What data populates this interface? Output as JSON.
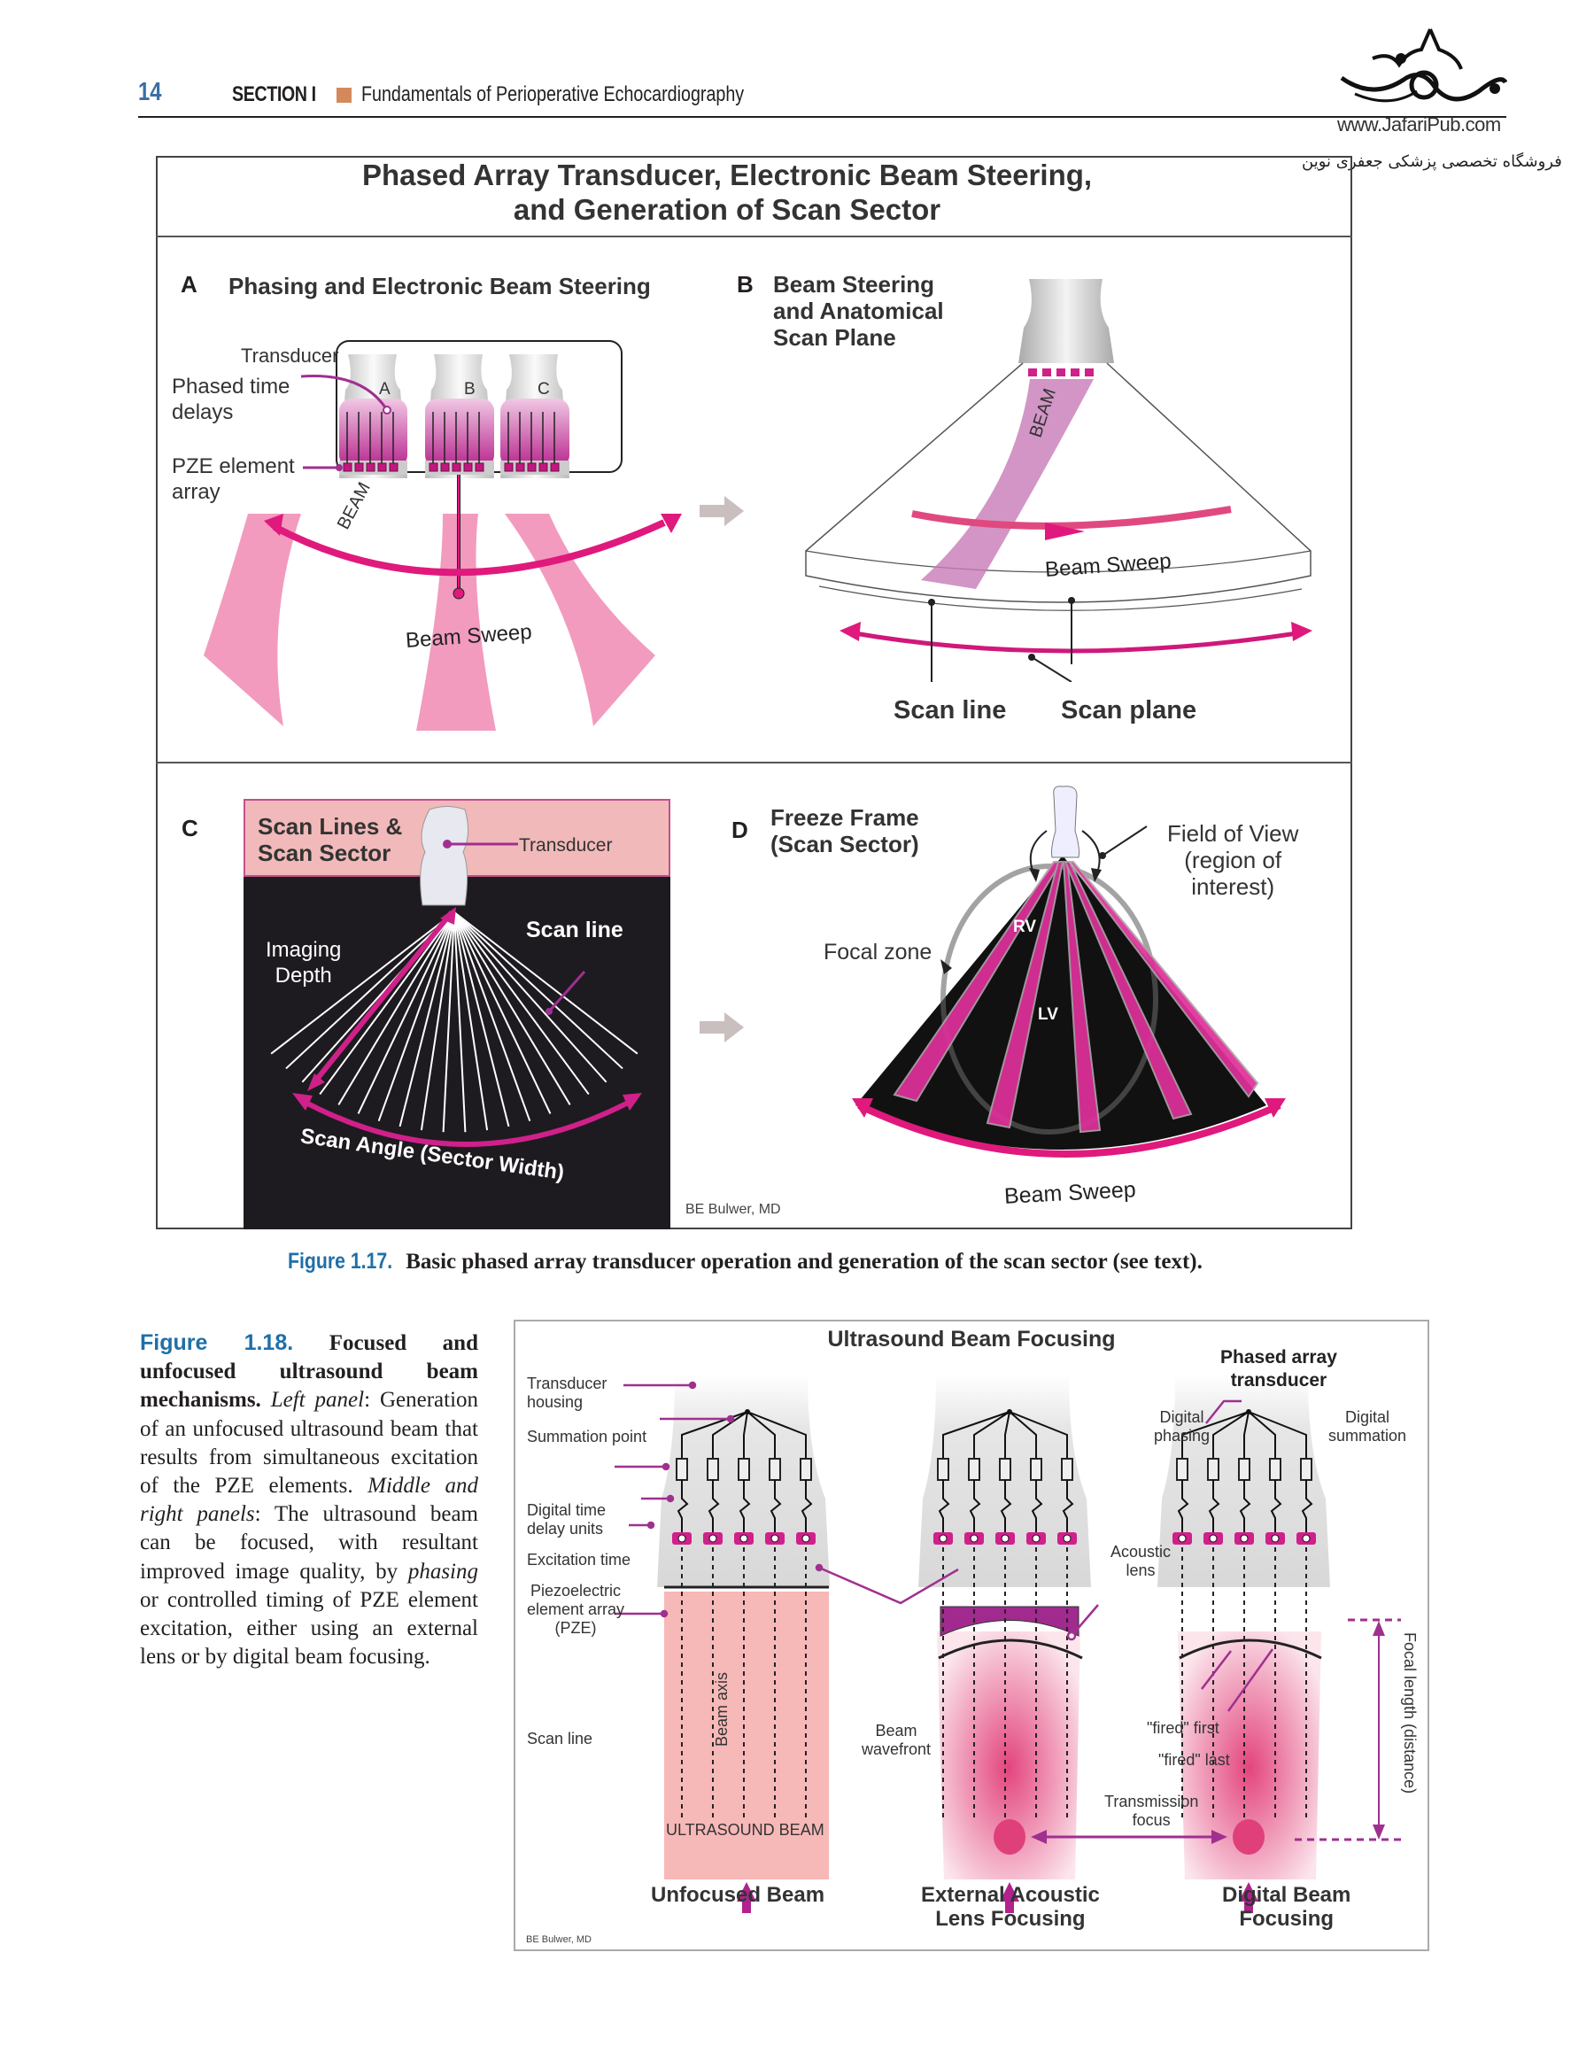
{
  "header": {
    "page_number": "14",
    "section": "SECTION I",
    "section_title": "Fundamentals of Perioperative Echocardiography"
  },
  "watermark": {
    "url": "www.JafariPub.com",
    "tagline": "فروشگاه تخصصی پزشکی جعفری نوین",
    "logo_icon": "calligraphy-logo-icon"
  },
  "figure_1_17": {
    "title_line1": "Phased Array Transducer, Electronic Beam Steering,",
    "title_line2": "and Generation of Scan Sector",
    "panel_a": {
      "letter": "A",
      "heading": "Phasing and Electronic Beam Steering",
      "box_label": "Transducer",
      "element_labels": [
        "A",
        "B",
        "C"
      ],
      "callout_delays": [
        "Phased time",
        "delays"
      ],
      "callout_array": [
        "PZE element",
        "array"
      ],
      "beam_label": "BEAM",
      "sweep_label": "Beam Sweep"
    },
    "panel_b": {
      "letter": "B",
      "heading": [
        "Beam Steering",
        "and Anatomical",
        "Scan Plane"
      ],
      "beam_label": "BEAM",
      "sweep_label": "Beam Sweep",
      "scan_line": "Scan line",
      "scan_plane": "Scan plane"
    },
    "panel_c": {
      "letter": "C",
      "heading": [
        "Scan Lines &",
        "Scan Sector"
      ],
      "transducer": "Transducer",
      "imaging_depth": [
        "Imaging",
        "Depth"
      ],
      "scan_line": "Scan line",
      "scan_angle": "Scan Angle (Sector Width)"
    },
    "panel_d": {
      "letter": "D",
      "heading": [
        "Freeze Frame",
        "(Scan Sector)"
      ],
      "field_of_view": [
        "Field of View",
        "(region of",
        "interest)"
      ],
      "focal_zone": "Focal zone",
      "rv": "RV",
      "lv": "LV",
      "sweep_label": "Beam Sweep"
    },
    "credit": "BE Bulwer, MD",
    "caption_number": "Figure 1.17.",
    "caption_text": "Basic phased array transducer operation and generation of the scan sector (see text)."
  },
  "figure_1_18": {
    "caption_number": "Figure 1.18.",
    "caption_bold": "Focused and unfocused ultrasound beam mechanisms.",
    "caption_left_label": "Left panel",
    "caption_left_text": ": Generation of an unfocused ultrasound beam that results from simultaneous excitation of the PZE elements.",
    "caption_middle_label": "Middle and right panels",
    "caption_middle_text": ": The ultrasound beam can be focused, with resultant improved image quality, by",
    "caption_phasing": "phasing",
    "caption_end": "or controlled timing of PZE element excitation, either using an external lens or by digital beam focusing.",
    "title": "Ultrasound Beam Focusing",
    "labels": {
      "transducer_housing": [
        "Transducer",
        "housing"
      ],
      "summation_point": "Summation point",
      "digital_time_delay": [
        "Digital time",
        "delay units"
      ],
      "excitation_time": "Excitation time",
      "pze": [
        "Piezoelectric",
        "element array",
        "(PZE)"
      ],
      "scan_line": "Scan line",
      "beam_axis": "Beam axis",
      "ultrasound_beam": "ULTRASOUND BEAM",
      "beam_wavefront": [
        "Beam",
        "wavefront"
      ],
      "acoustic_lens": [
        "Acoustic",
        "lens"
      ],
      "phased_array": [
        "Phased array",
        "transducer"
      ],
      "digital_phasing": [
        "Digital",
        "phasing"
      ],
      "digital_summation": [
        "Digital",
        "summation"
      ],
      "fired_first": "\"fired\" first",
      "fired_last": "\"fired\" last",
      "transmission_focus": [
        "Transmission",
        "focus"
      ],
      "focal_length": "Focal length (distance)"
    },
    "panel_titles": {
      "unfocused": "Unfocused Beam",
      "lens": [
        "External Acoustic",
        "Lens Focusing"
      ],
      "digital": [
        "Digital Beam",
        "Focusing"
      ]
    },
    "credit": "BE Bulwer, MD"
  },
  "colors": {
    "accent_blue": "#1f6fa7",
    "magenta": "#e0197d",
    "purple": "#a0308f",
    "pink_beam": "#f29bbf",
    "section_square": "#d4895c"
  }
}
